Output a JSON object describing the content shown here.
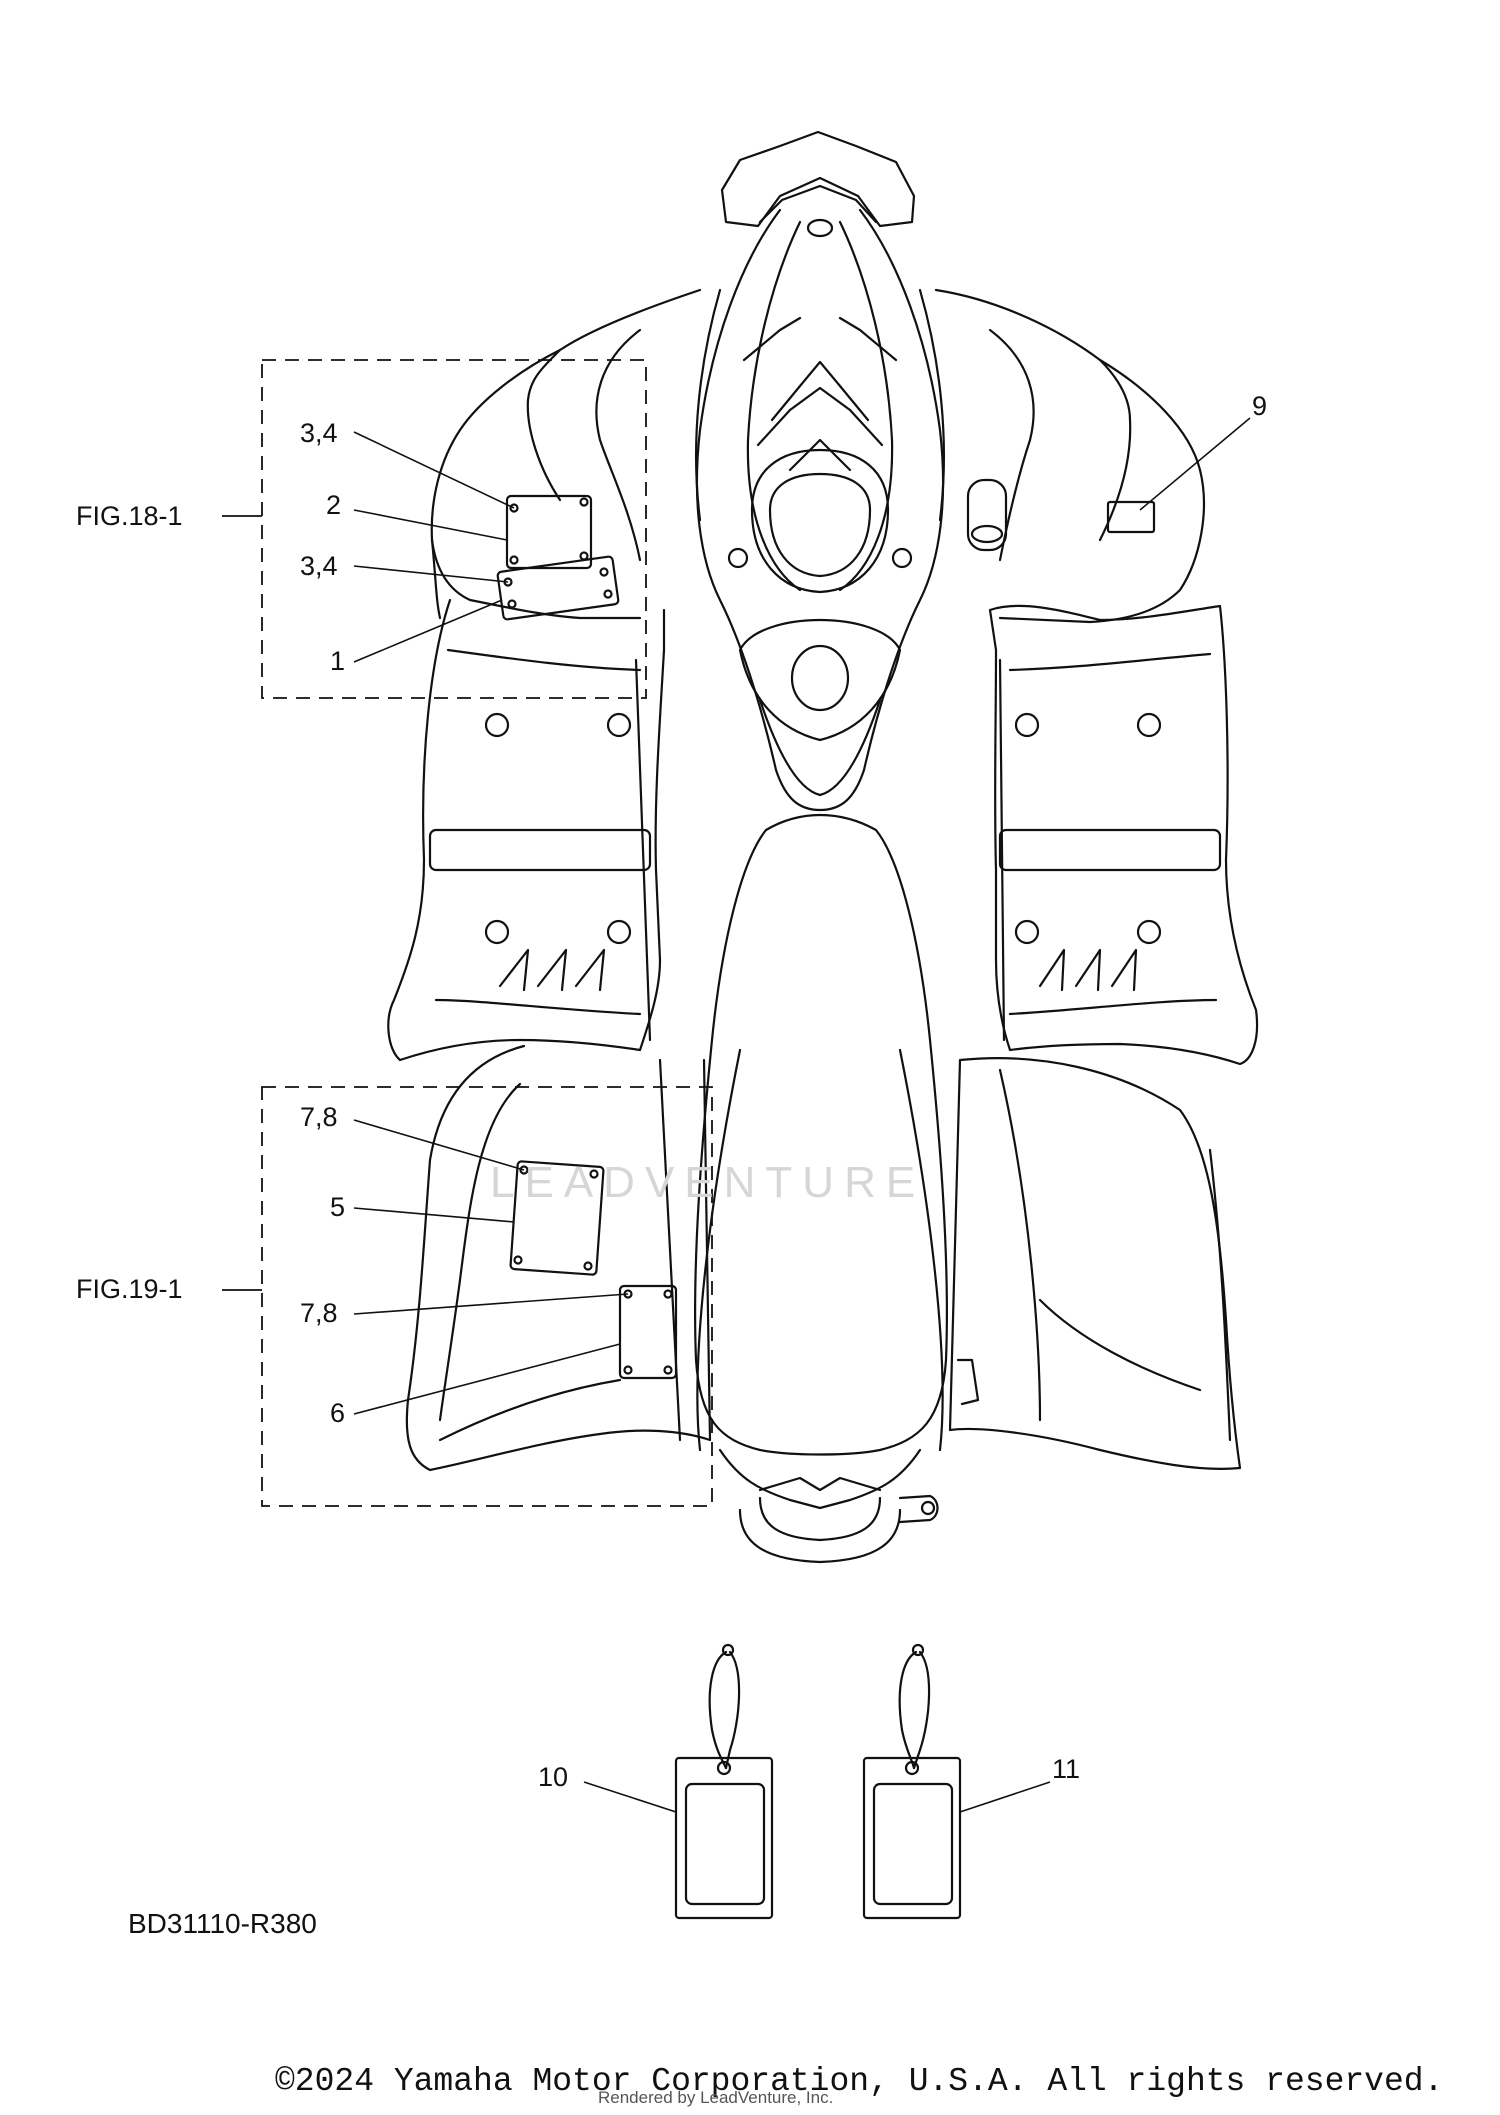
{
  "callouts": {
    "c34a": "3,4",
    "c2": "2",
    "c34b": "3,4",
    "c1": "1",
    "c9": "9",
    "c78a": "7,8",
    "c5": "5",
    "c78b": "7,8",
    "c6": "6",
    "c10": "10",
    "c11": "11"
  },
  "figure_refs": {
    "upper": "FIG.18-1",
    "lower": "FIG.19-1"
  },
  "diagram_code": "BD31110-R380",
  "watermark": "LEADVENTURE",
  "copyright": "©2024 Yamaha Motor Corporation, U.S.A. All rights reserved.",
  "rendered_by": "Rendered by LeadVenture, Inc."
}
